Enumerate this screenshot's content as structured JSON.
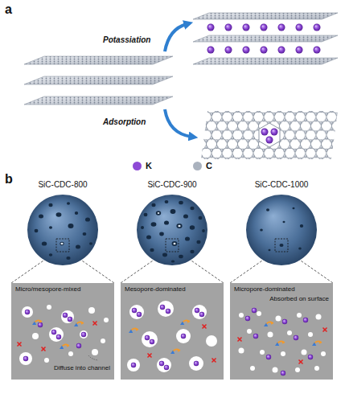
{
  "diagram": {
    "nodes": [
      {
        "text": [
          "SiC-CDC-800"
        ]
      },
      {
        "text": [
          "SiC-CDC-900"
        ]
      },
      {
        "text": [
          "SiC-CDC-1000"
        ]
      },
      {
        "text": [
          "Micro/mesopore-mixed",
          "Diffuse into channel"
        ]
      },
      {
        "text": [
          "Mesopore-dominated"
        ]
      },
      {
        "text": [
          "Micropore-dominated",
          "Absorbed on surface"
        ]
      }
    ],
    "edges": [
      {
        "from": 0,
        "to": 3,
        "arrow": "none"
      },
      {
        "from": 1,
        "to": 4,
        "arrow": "none"
      },
      {
        "from": 2,
        "to": 5,
        "arrow": "none"
      }
    ],
    "labels": [
      "a",
      "Potassiation",
      "Adsorption",
      "b"
    ],
    "legend": [
      {
        "text": "K",
        "color": "#8e4ad6"
      },
      {
        "text": "C",
        "color": "#aab2be"
      }
    ]
  }
}
